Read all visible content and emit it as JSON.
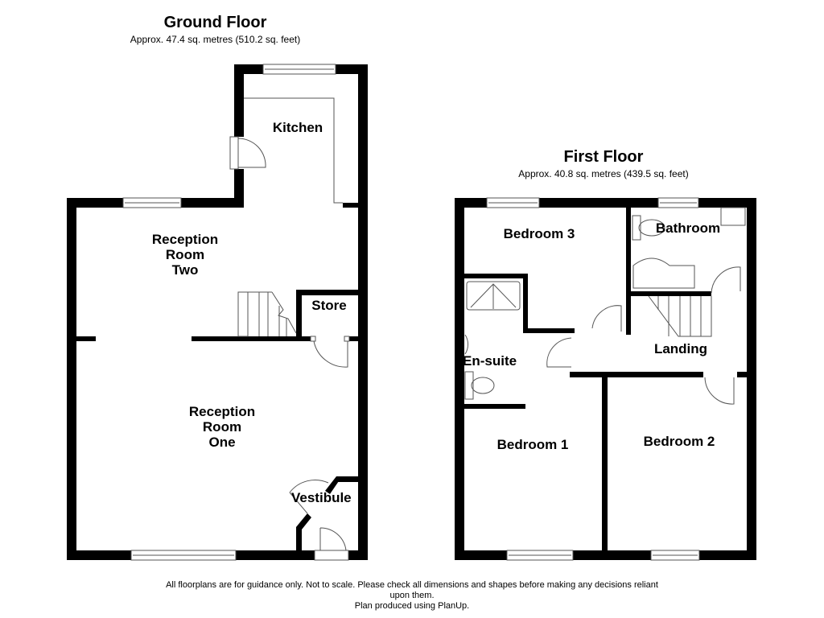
{
  "ground_floor": {
    "title": "Ground Floor",
    "area": "Approx. 47.4 sq. metres (510.2 sq. feet)",
    "rooms": {
      "kitchen": "Kitchen",
      "reception_two": [
        "Reception",
        "Room",
        "Two"
      ],
      "store": "Store",
      "reception_one": [
        "Reception",
        "Room",
        "One"
      ],
      "vestibule": "Vestibule"
    }
  },
  "first_floor": {
    "title": "First Floor",
    "area": "Approx. 40.8 sq. metres (439.5 sq. feet)",
    "rooms": {
      "bedroom3": "Bedroom 3",
      "bathroom": "Bathroom",
      "ensuite": "En-suite",
      "landing": "Landing",
      "bedroom1": "Bedroom 1",
      "bedroom2": "Bedroom 2"
    }
  },
  "footer": {
    "line1": "All floorplans are for guidance only. Not to scale. Please check all dimensions and shapes before making any decisions reliant",
    "line2": "upon them.",
    "line3": "Plan produced using PlanUp."
  },
  "colors": {
    "wall": "#000000",
    "fixture": "#555555",
    "background": "#ffffff"
  }
}
